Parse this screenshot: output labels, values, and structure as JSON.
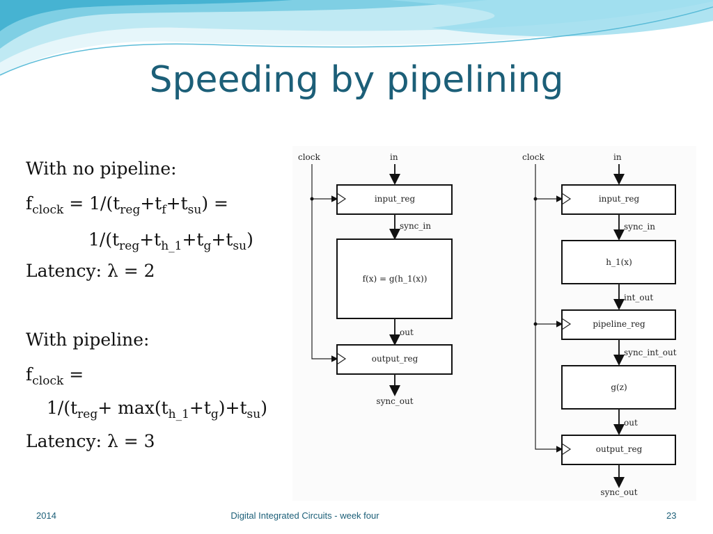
{
  "title": "Speeding by pipelining",
  "left": {
    "no_pipeline_heading": "With no pipeline:",
    "fclock1": {
      "f": "f",
      "fsub": "clock",
      "eq": " = 1/(t",
      "s1": "reg",
      "p1": "+t",
      "s2": "f",
      "p2": "+t",
      "s3": "su",
      "end": ") ="
    },
    "fclock1b": {
      "pre": "1/(t",
      "s1": "reg",
      "p1": "+t",
      "s2": "h_1",
      "p2": "+t",
      "s3": "g",
      "p3": "+t",
      "s4": "su",
      "end": ")"
    },
    "latency1": "Latency: λ = 2",
    "pipeline_heading": "With pipeline:",
    "fclock2": {
      "f": "f",
      "fsub": "clock",
      "eq": " ="
    },
    "fclock2b": {
      "pre": "1/(t",
      "s1": "reg",
      "p1": "+ max(t",
      "s2": "h_1",
      "p2": "+t",
      "s3": "g",
      "p3": ")+t",
      "s4": "su",
      "end": ")"
    },
    "latency2": "Latency: λ = 3"
  },
  "diagram_left": {
    "clock": "clock",
    "in": "in",
    "input_reg": "input_reg",
    "sync_in": "sync_in",
    "func": "f(x) = g(h_1(x))",
    "out": "out",
    "output_reg": "output_reg",
    "sync_out": "sync_out"
  },
  "diagram_right": {
    "clock": "clock",
    "in": "in",
    "input_reg": "input_reg",
    "sync_in": "sync_in",
    "h1": "h_1(x)",
    "int_out": "int_out",
    "pipeline_reg": "pipeline_reg",
    "sync_int_out": "sync_int_out",
    "gz": "g(z)",
    "out": "out",
    "output_reg": "output_reg",
    "sync_out": "sync_out"
  },
  "footer": {
    "year": "2014",
    "course": "Digital Integrated Circuits - week four",
    "page": "23"
  },
  "colors": {
    "title": "#1c5f78",
    "wave_light": "#cfeef6",
    "wave_mid": "#8fd3e6",
    "wave_dark": "#4db5d3"
  }
}
